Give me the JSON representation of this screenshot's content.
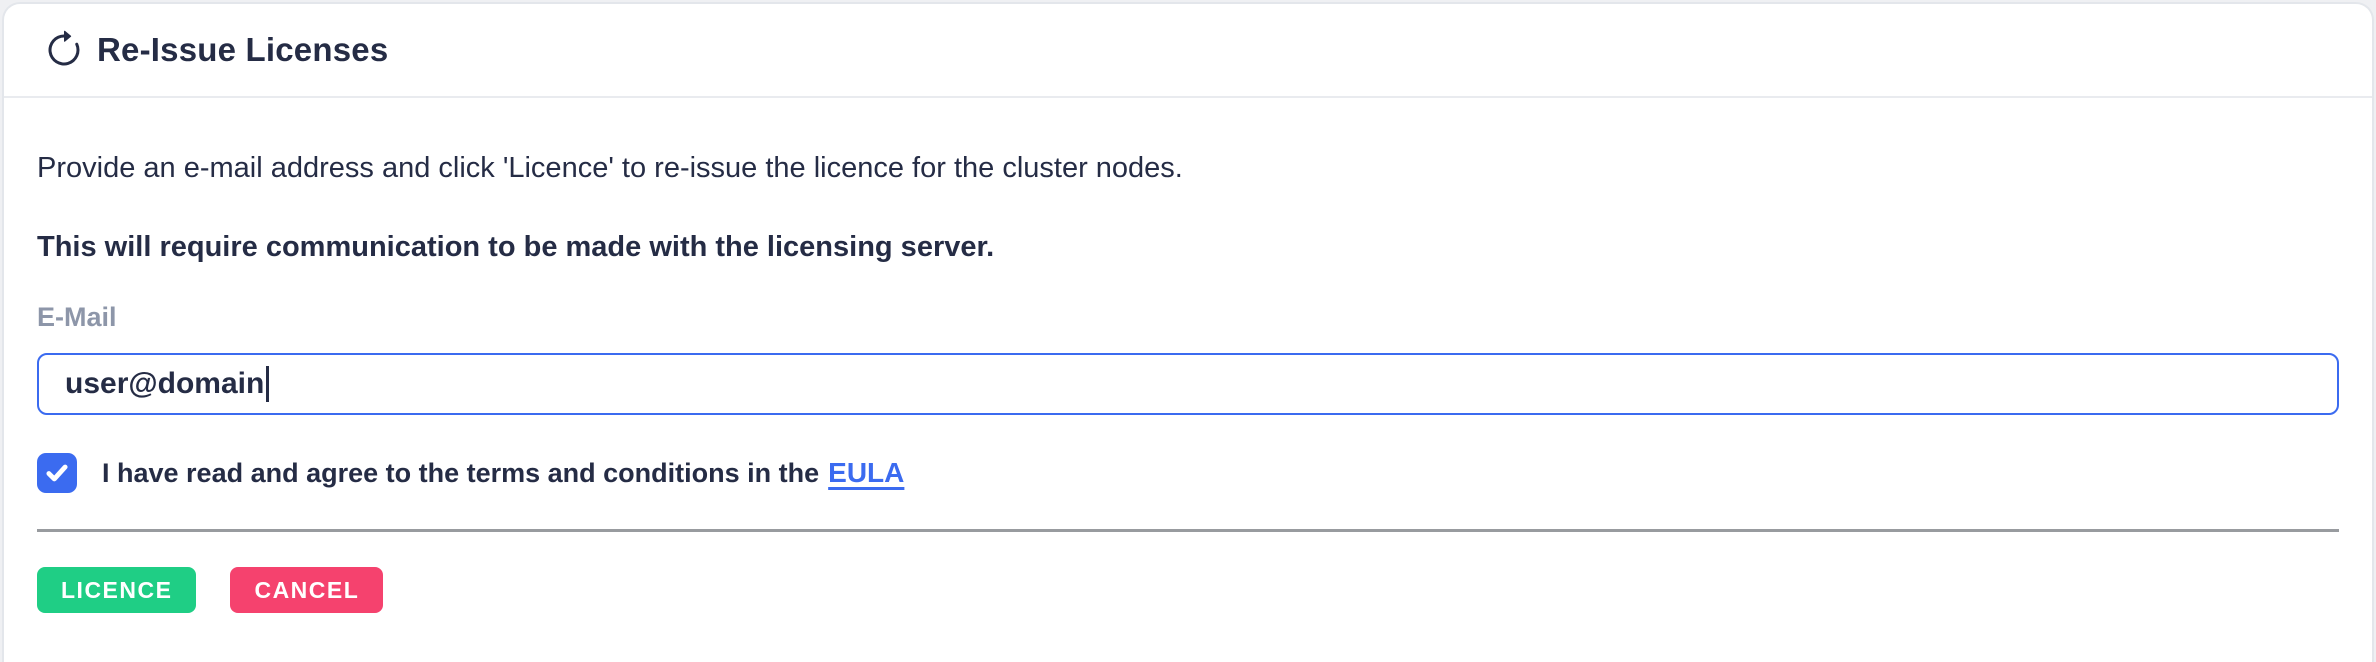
{
  "header": {
    "title": "Re-Issue Licenses",
    "icon": "refresh-icon"
  },
  "body": {
    "instruction": "Provide an e-mail address and click 'Licence' to re-issue the licence for the cluster nodes.",
    "warning": "This will require communication to be made with the licensing server.",
    "email": {
      "label": "E-Mail",
      "value": "user@domain",
      "focused": true
    },
    "agreement": {
      "checked": true,
      "text": "I have read and agree to the terms and conditions in the",
      "link_label": "EULA"
    }
  },
  "actions": {
    "licence_label": "LICENCE",
    "cancel_label": "CANCEL"
  },
  "colors": {
    "accent_blue": "#3B6BF0",
    "green": "#1FCE85",
    "pink": "#F5426E",
    "text_dark": "#252C45",
    "label_gray": "#8D96A9",
    "divider": "#989B9F",
    "header_border": "#E9EBEF",
    "card_border": "#E3E6EB",
    "page_bg": "#EFF0F3"
  }
}
